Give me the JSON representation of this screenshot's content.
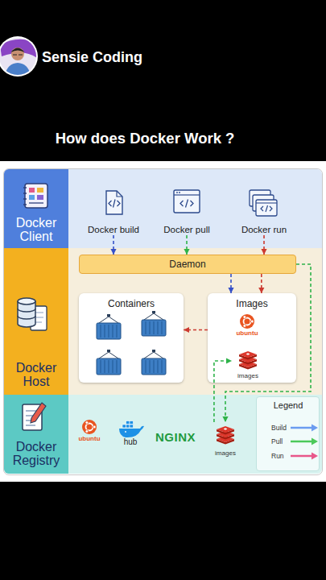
{
  "diagram": {
    "title": "How does Docker Work ?",
    "nodes": [
      {
        "text": [
          "Docker Client"
        ]
      },
      {
        "text": [
          "Docker build"
        ],
        "in": 0
      },
      {
        "text": [
          "Docker pull"
        ],
        "in": 0
      },
      {
        "text": [
          "Docker run"
        ],
        "in": 0
      },
      {
        "text": [
          "Docker Host"
        ]
      },
      {
        "text": [
          "Daemon"
        ],
        "in": 4
      },
      {
        "text": [
          "Containers"
        ],
        "in": 4
      },
      {
        "text": [
          "Images"
        ],
        "in": 4
      },
      {
        "text": [
          "images"
        ],
        "in": 7
      },
      {
        "text": [
          "Docker Registry"
        ]
      },
      {
        "text": [
          "images"
        ],
        "in": 9
      }
    ],
    "edges": [
      {
        "from": 1,
        "to": 5,
        "arrow": "to"
      },
      {
        "from": 2,
        "to": 5,
        "arrow": "to"
      },
      {
        "from": 3,
        "to": 5,
        "arrow": "to"
      },
      {
        "from": 5,
        "to": 7,
        "arrow": "to"
      },
      {
        "from": 5,
        "to": 7,
        "arrow": "to"
      },
      {
        "from": 7,
        "to": 6,
        "arrow": "to"
      },
      {
        "from": 5,
        "to": 10,
        "arrow": "to"
      },
      {
        "from": 10,
        "to": 8,
        "arrow": "to"
      }
    ],
    "labels": [
      "Sensie Coding",
      "ubuntu",
      "ubuntu",
      "hub",
      "NGINX",
      "Legend"
    ],
    "legend": [
      {
        "text": "Build"
      },
      {
        "text": "Pull"
      },
      {
        "text": "Run"
      }
    ]
  }
}
